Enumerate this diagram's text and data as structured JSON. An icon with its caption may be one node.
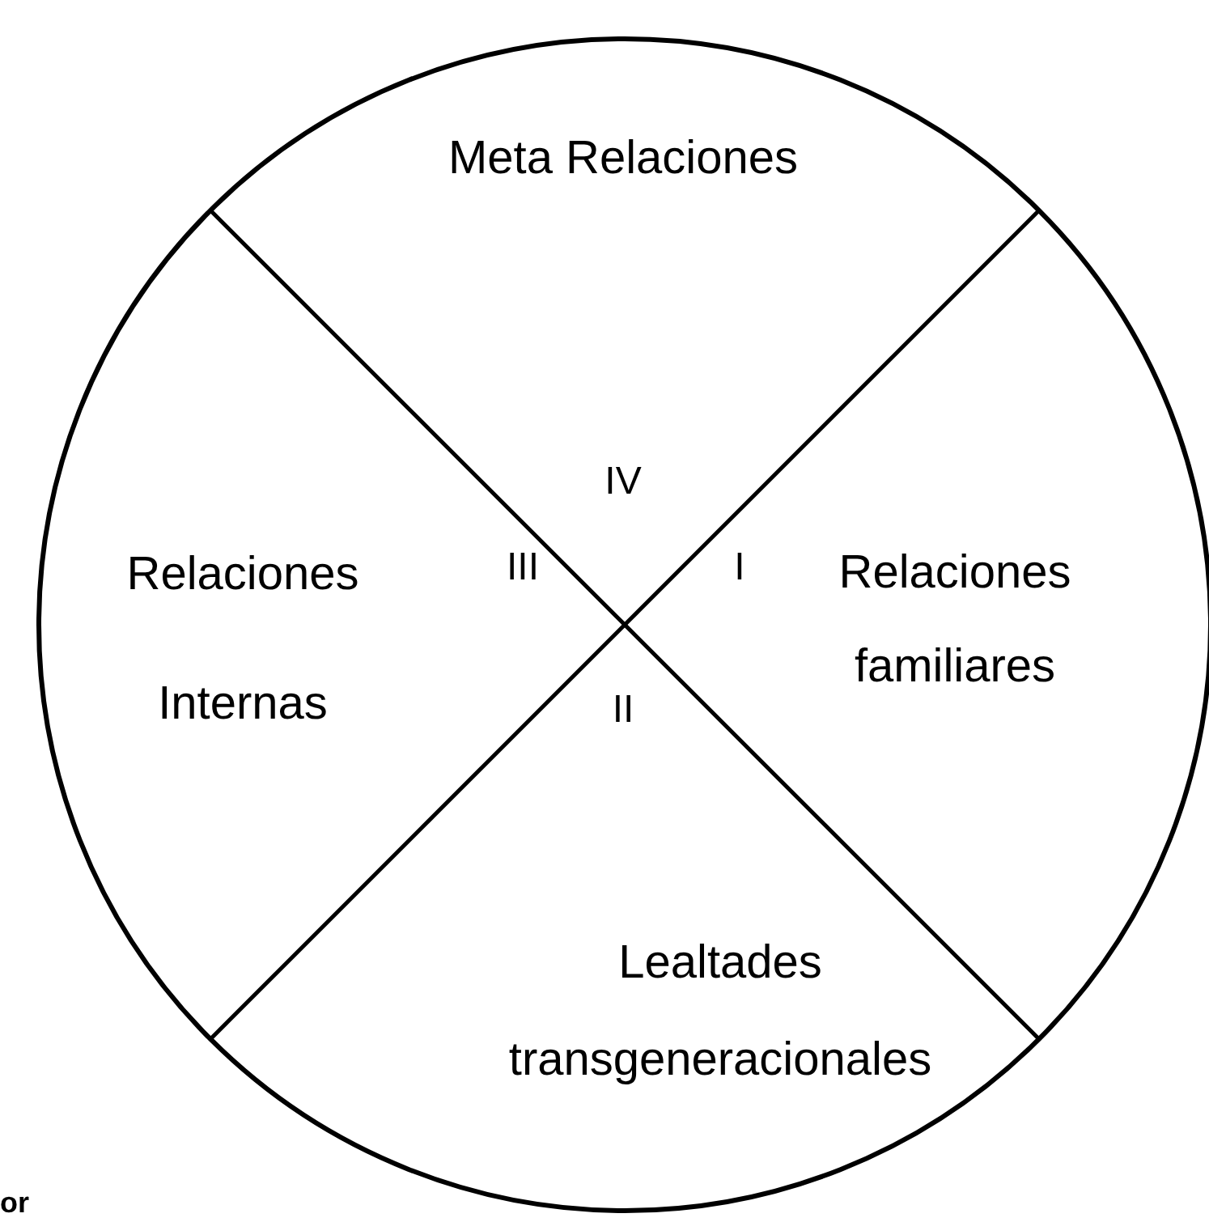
{
  "diagram": {
    "nodes": [
      {
        "text": [
          "Meta Relaciones"
        ]
      },
      {
        "text": [
          "Relaciones Internas"
        ]
      },
      {
        "text": [
          "Relaciones familiares"
        ]
      },
      {
        "text": [
          "Lealtades transgeneracionales"
        ]
      }
    ],
    "labels": [
      "IV",
      "III",
      "I",
      "II",
      "or"
    ]
  }
}
